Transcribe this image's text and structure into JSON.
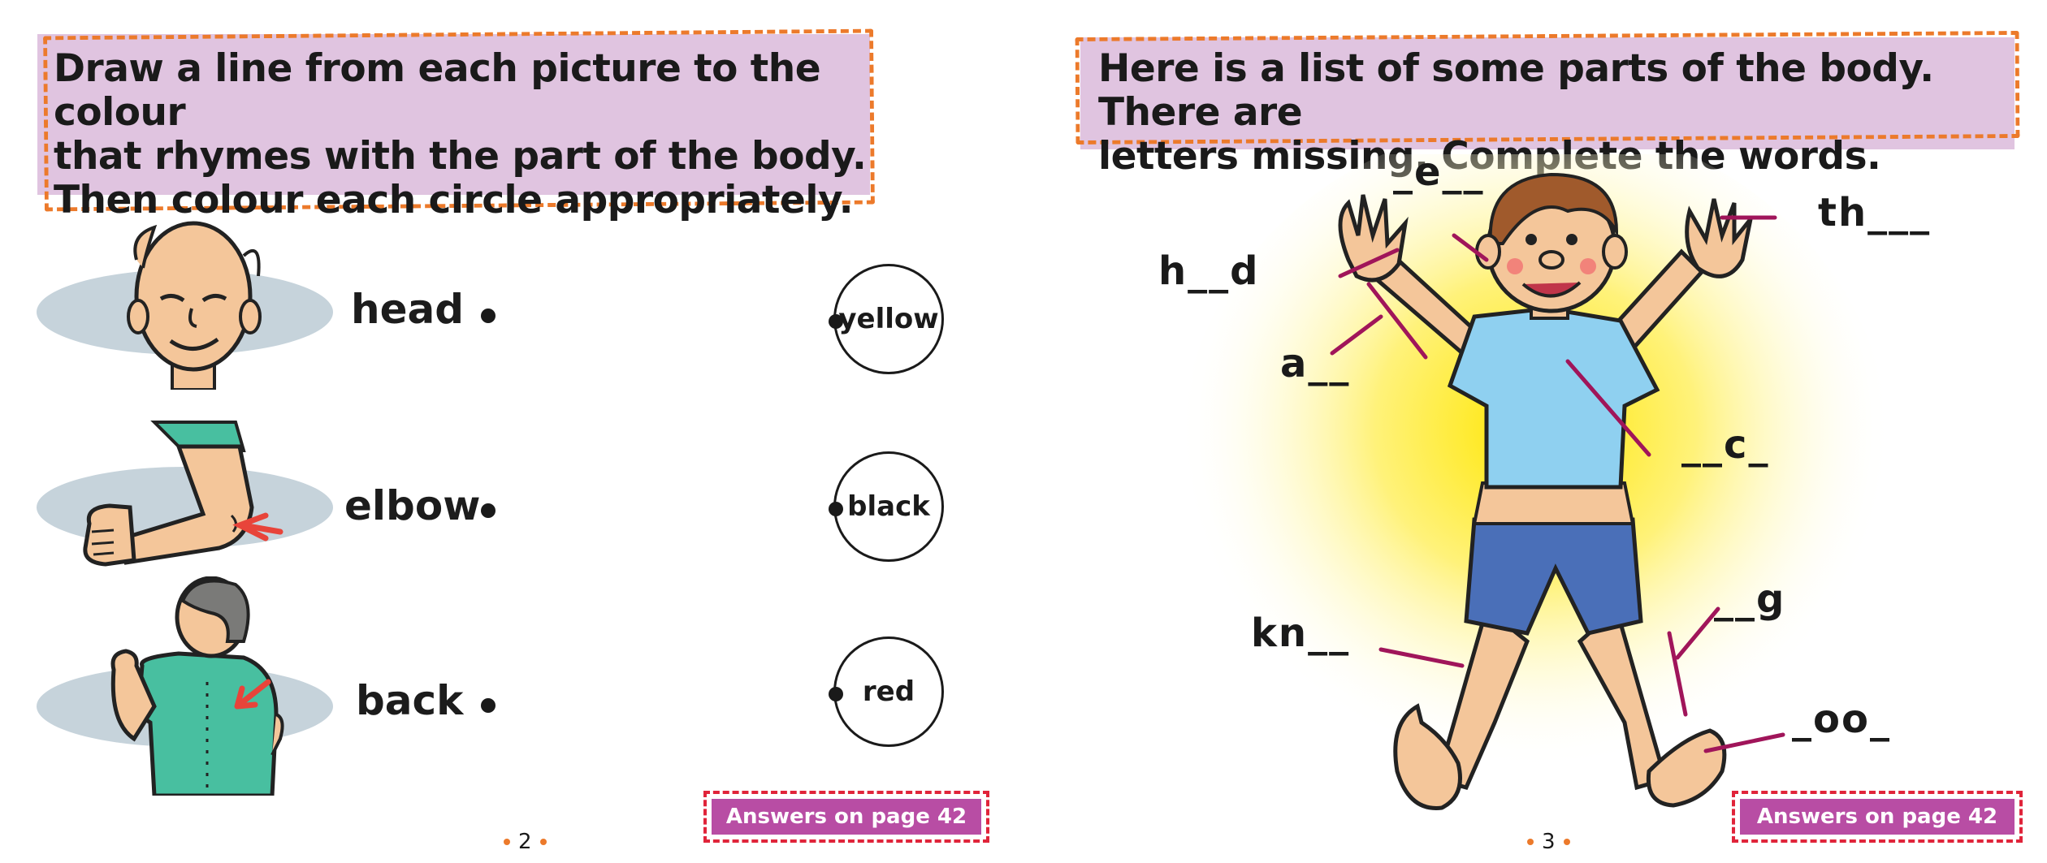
{
  "left_page": {
    "instruction": {
      "line1": "Draw a line from each picture to the colour",
      "line2": "that rhymes with the part of the body.",
      "line3": "Then colour each circle appropriately."
    },
    "rows": [
      {
        "word": "head",
        "colour": "yellow"
      },
      {
        "word": "elbow",
        "colour": "black"
      },
      {
        "word": "back",
        "colour": "red"
      }
    ],
    "answers": "Answers on page 42",
    "page_number": "2"
  },
  "right_page": {
    "instruction": {
      "line1": "Here is a list of some parts of the body. There are",
      "line2": "letters missing. Complete the words."
    },
    "labels": {
      "ear": "_e__",
      "thumb": "th___",
      "hand": "h__d",
      "arm": "a__",
      "neck": "__c_",
      "knee": "kn__",
      "leg": "__g",
      "foot": "_oo_"
    },
    "answers": "Answers on page 42",
    "page_number": "3"
  },
  "colors": {
    "instruction_bg": "#e0c4e0",
    "instruction_border": "#ec7a2b",
    "answers_bg": "#b84da4",
    "answers_border": "#e0243a",
    "pointer_line": "#a0155a"
  }
}
